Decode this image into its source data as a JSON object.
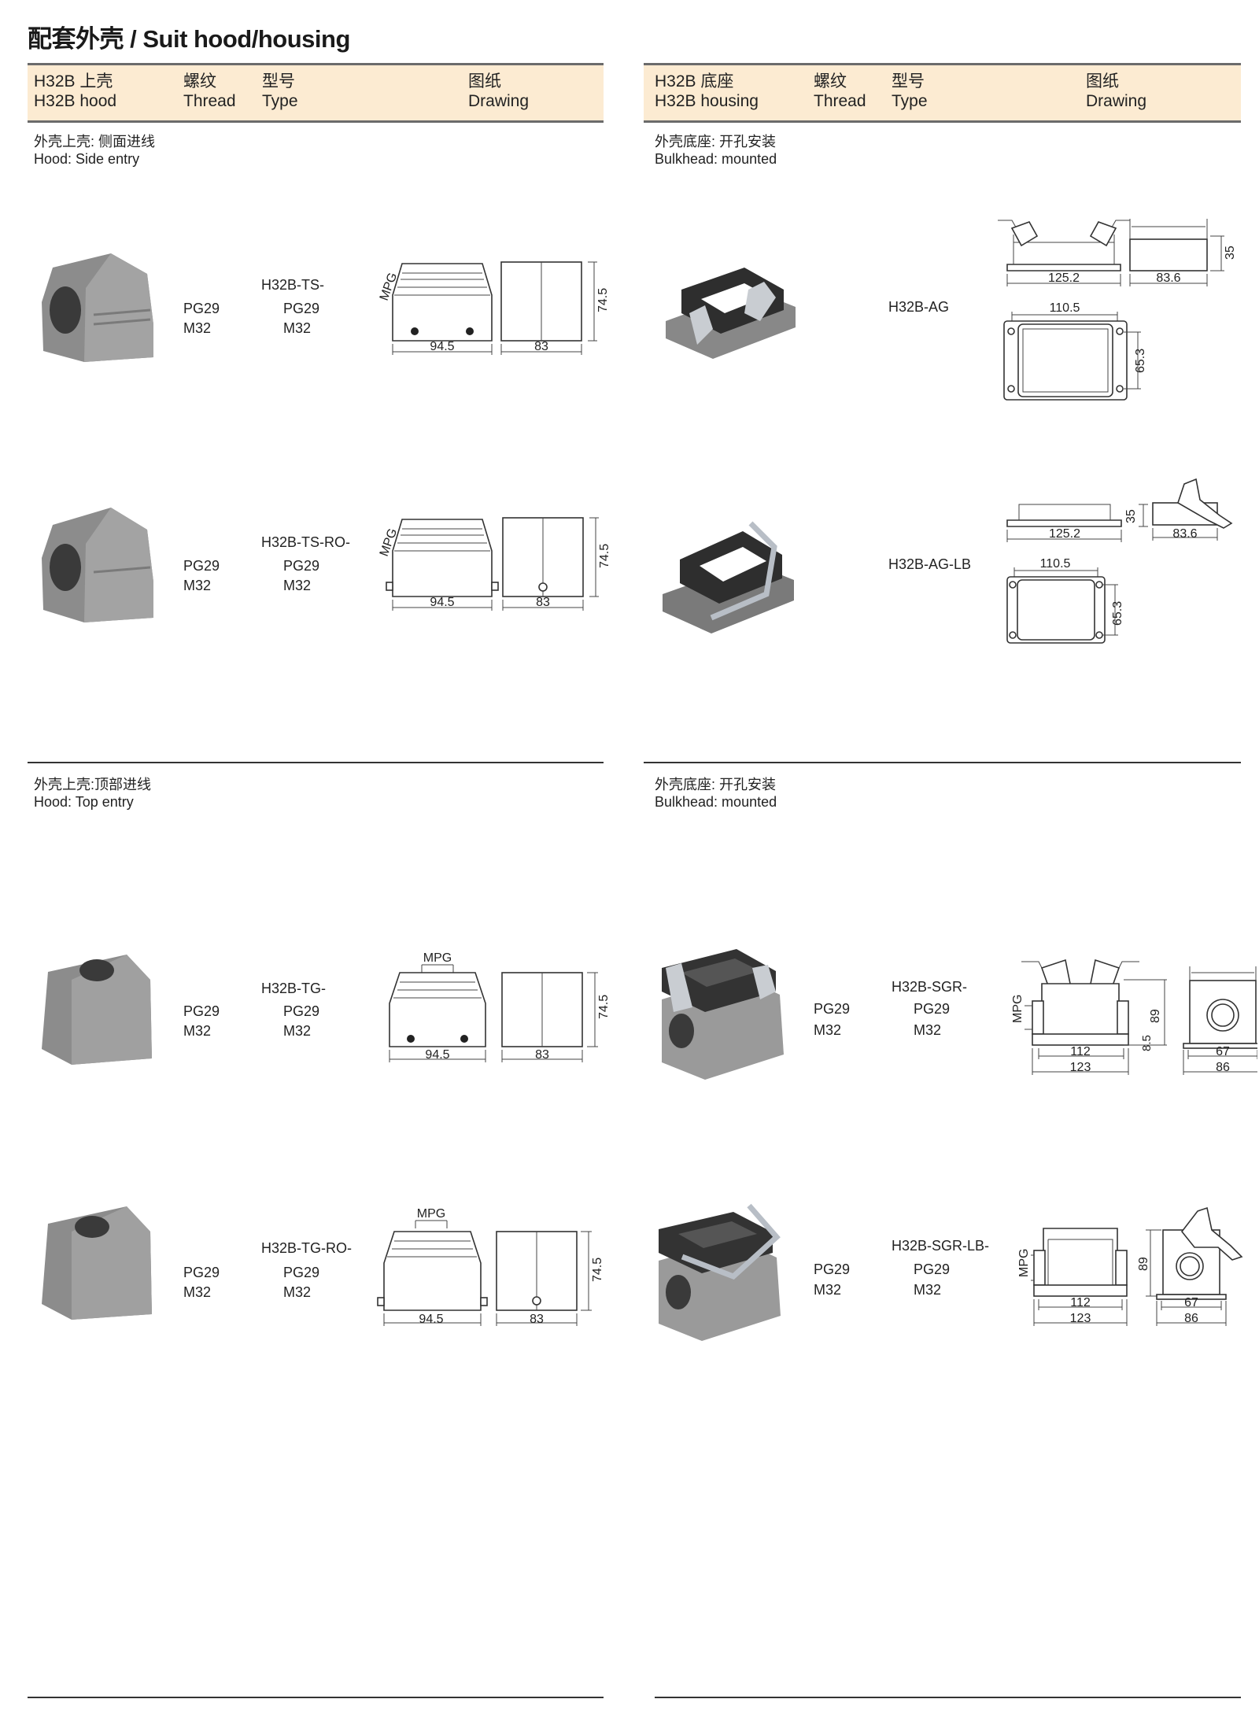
{
  "title": "配套外壳 / Suit hood/housing",
  "left_header": {
    "col1_cn": "H32B 上壳",
    "col1_en": "H32B hood",
    "col2_cn": "螺纹",
    "col2_en": "Thread",
    "col3_cn": "型号",
    "col3_en": "Type",
    "col4_cn": "图纸",
    "col4_en": "Drawing"
  },
  "right_header": {
    "col1_cn": "H32B 底座",
    "col1_en": "H32B housing",
    "col2_cn": "螺纹",
    "col2_en": "Thread",
    "col3_cn": "型号",
    "col3_en": "Type",
    "col4_cn": "图纸",
    "col4_en": "Drawing"
  },
  "sections": {
    "hood_side": {
      "cn": "外壳上壳: 侧面进线",
      "en": "Hood: Side entry"
    },
    "housing_mounted_1": {
      "cn": "外壳底座: 开孔安装",
      "en": "Bulkhead: mounted"
    },
    "hood_top": {
      "cn": "外壳上壳:顶部进线",
      "en": "Hood: Top entry"
    },
    "housing_mounted_2": {
      "cn": "外壳底座: 开孔安装",
      "en": "Bulkhead: mounted"
    }
  },
  "rows": {
    "ts": {
      "thread": [
        "PG29",
        "M32"
      ],
      "type": "H32B-TS-",
      "type_threads": [
        "PG29",
        "M32"
      ],
      "dims": {
        "mpg": "MPG",
        "w": "94.5",
        "d": "83",
        "h": "74.5"
      }
    },
    "tsro": {
      "thread": [
        "PG29",
        "M32"
      ],
      "type": "H32B-TS-RO-",
      "type_threads": [
        "PG29",
        "M32"
      ],
      "dims": {
        "mpg": "MPG",
        "w": "94.5",
        "d": "83",
        "h": "74.5"
      }
    },
    "tg": {
      "thread": [
        "PG29",
        "M32"
      ],
      "type": "H32B-TG-",
      "type_threads": [
        "PG29",
        "M32"
      ],
      "dims": {
        "mpg": "MPG",
        "w": "94.5",
        "d": "83",
        "h": "74.5"
      }
    },
    "tgro": {
      "thread": [
        "PG29",
        "M32"
      ],
      "type": "H32B-TG-RO-",
      "type_threads": [
        "PG29",
        "M32"
      ],
      "dims": {
        "mpg": "MPG",
        "w": "94.5",
        "d": "83",
        "h": "74.5"
      }
    },
    "ag": {
      "type": "H32B-AG",
      "dims": {
        "w": "125.2",
        "d": "83.6",
        "h": "35",
        "cw": "110.5",
        "ch": "65.3"
      }
    },
    "aglb": {
      "type": "H32B-AG-LB",
      "dims": {
        "w": "125.2",
        "d": "83.6",
        "h": "35",
        "cw": "110.5",
        "ch": "65.3"
      }
    },
    "sgr": {
      "thread": [
        "PG29",
        "M32"
      ],
      "type": "H32B-SGR-",
      "type_threads": [
        "PG29",
        "M32"
      ],
      "dims": {
        "mpg": "MPG",
        "h": "89",
        "b": "8.5",
        "w1": "112",
        "w2": "123",
        "d1": "67",
        "d2": "86"
      }
    },
    "sgrlb": {
      "thread": [
        "PG29",
        "M32"
      ],
      "type": "H32B-SGR-LB-",
      "type_threads": [
        "PG29",
        "M32"
      ],
      "dims": {
        "mpg": "MPG",
        "h": "89",
        "w1": "112",
        "w2": "123",
        "d1": "67",
        "d2": "86"
      }
    }
  }
}
